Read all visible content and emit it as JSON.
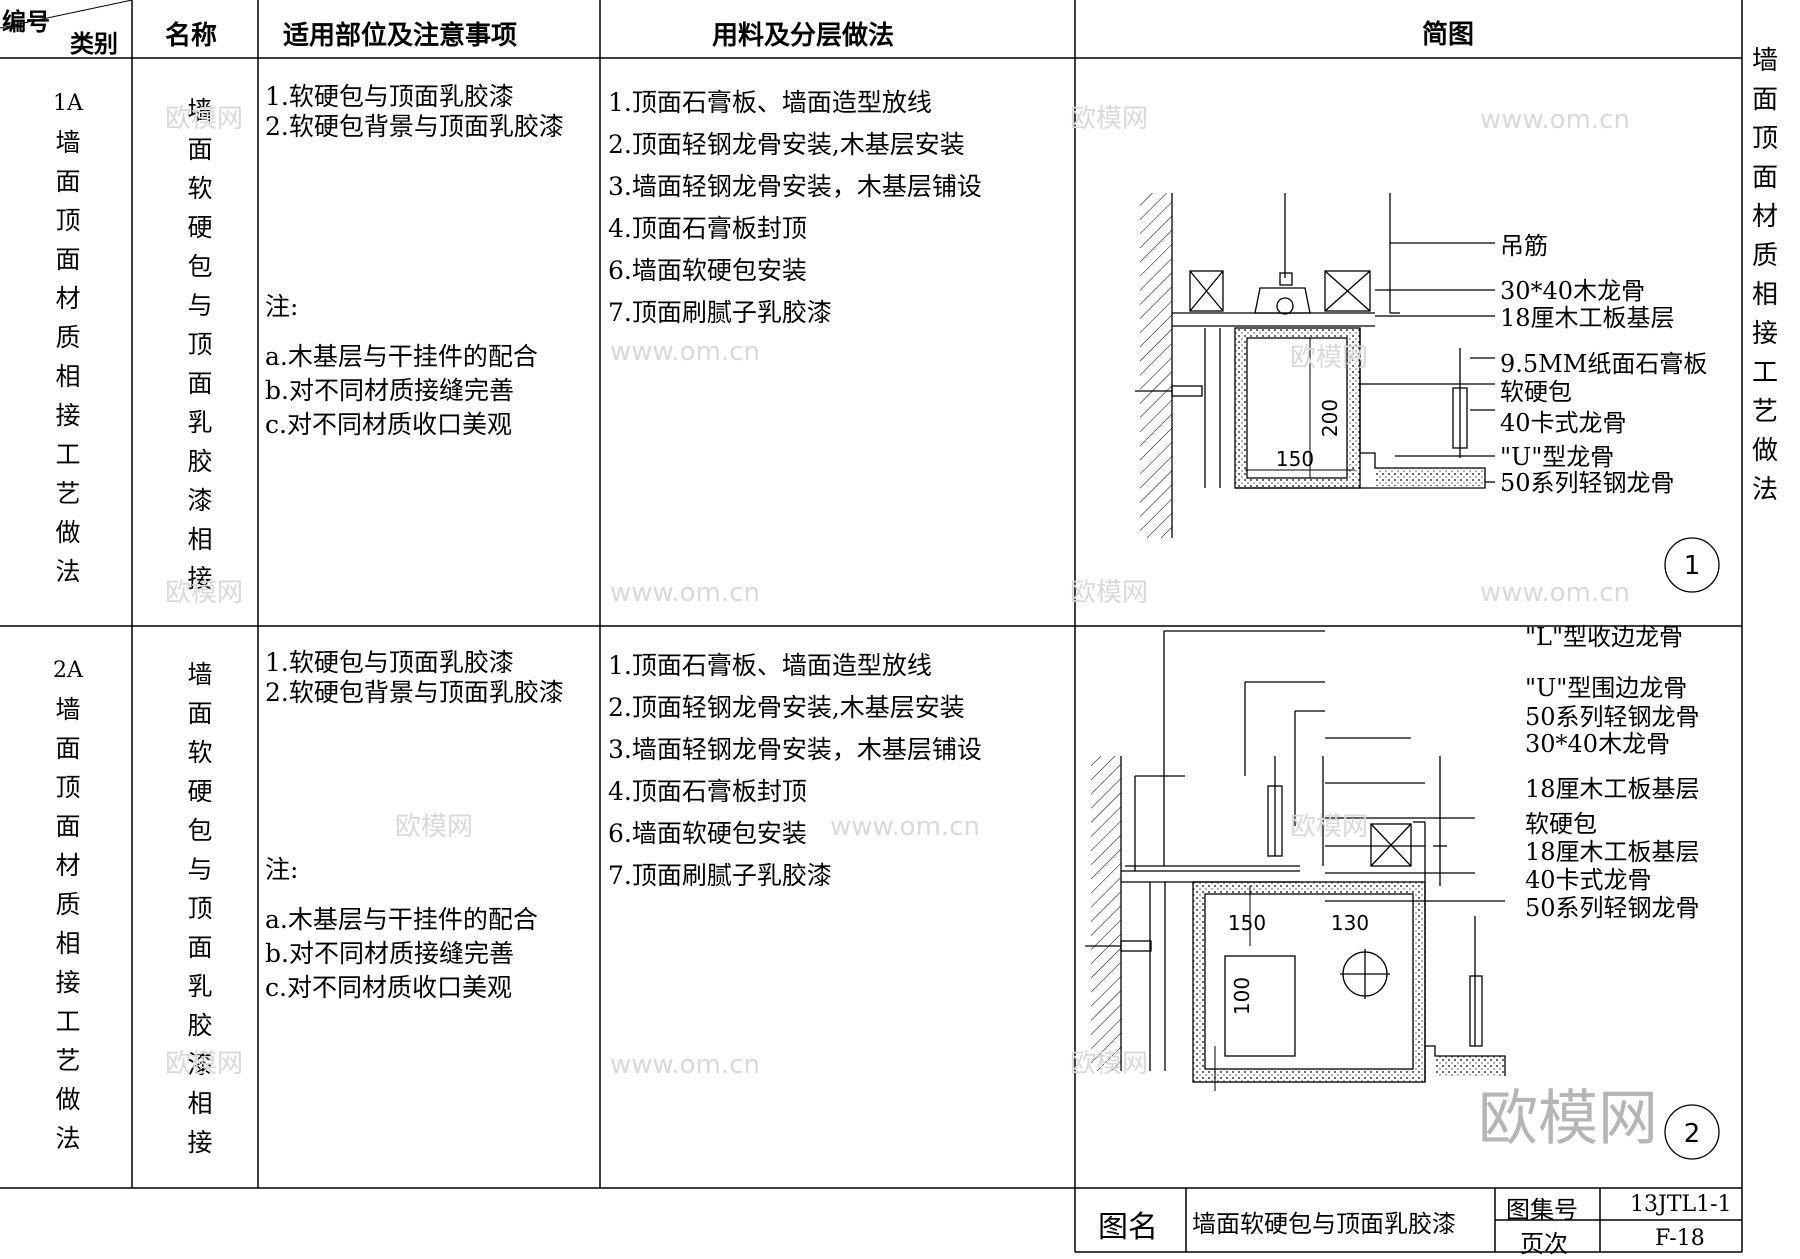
{
  "header": {
    "code": "编号",
    "category": "类别",
    "name": "名称",
    "notes": "适用部位及注意事项",
    "method": "用料及分层做法",
    "sketch": "简图"
  },
  "side_title": [
    "墙",
    "面",
    "顶",
    "面",
    "材",
    "质",
    "相",
    "接",
    "工",
    "艺",
    "做",
    "法"
  ],
  "rows": [
    {
      "code": [
        "1A",
        "墙",
        "面",
        "顶",
        "面",
        "材",
        "质",
        "相",
        "接",
        "工",
        "艺",
        "做",
        "法"
      ],
      "name": [
        "墙",
        "面",
        "软",
        "硬",
        "包",
        "与",
        "顶",
        "面",
        "乳",
        "胶",
        "漆",
        "相",
        "接"
      ],
      "notes": [
        "1.软硬包与顶面乳胶漆",
        "2.软硬包背景与顶面乳胶漆"
      ],
      "note_label": "注:",
      "note_items": [
        "a.木基层与干挂件的配合",
        "b.对不同材质接缝完善",
        "c.对不同材质收口美观"
      ],
      "steps": [
        "1.顶面石膏板、墙面造型放线",
        "2.顶面轻钢龙骨安装,木基层安装",
        "3.墙面轻钢龙骨安装，木基层铺设",
        "4.顶面石膏板封顶",
        "6.墙面软硬包安装",
        "7.顶面刷腻子乳胶漆"
      ],
      "labels": [
        "吊筋",
        "30*40木龙骨",
        "18厘木工板基层",
        "9.5MM纸面石膏板",
        "软硬包",
        "40卡式龙骨",
        "\"U\"型龙骨",
        "50系列轻钢龙骨"
      ],
      "dims": [
        "200",
        "150"
      ],
      "marker": "1"
    },
    {
      "code": [
        "2A",
        "墙",
        "面",
        "顶",
        "面",
        "材",
        "质",
        "相",
        "接",
        "工",
        "艺",
        "做",
        "法"
      ],
      "name": [
        "墙",
        "面",
        "软",
        "硬",
        "包",
        "与",
        "顶",
        "面",
        "乳",
        "胶",
        "漆",
        "相",
        "接"
      ],
      "notes": [
        "1.软硬包与顶面乳胶漆",
        "2.软硬包背景与顶面乳胶漆"
      ],
      "note_label": "注:",
      "note_items": [
        "a.木基层与干挂件的配合",
        "b.对不同材质接缝完善",
        "c.对不同材质收口美观"
      ],
      "steps": [
        "1.顶面石膏板、墙面造型放线",
        "2.顶面轻钢龙骨安装,木基层安装",
        "3.墙面轻钢龙骨安装，木基层铺设",
        "4.顶面石膏板封顶",
        "6.墙面软硬包安装",
        "7.顶面刷腻子乳胶漆"
      ],
      "labels": [
        "\"L\"型收边龙骨",
        "\"U\"型围边龙骨",
        "50系列轻钢龙骨",
        "30*40木龙骨",
        "18厘木工板基层",
        "软硬包",
        "18厘木工板基层",
        "40卡式龙骨",
        "50系列轻钢龙骨"
      ],
      "dims": [
        "150",
        "130",
        "100"
      ],
      "marker": "2"
    }
  ],
  "footer": {
    "title_label": "图名",
    "title": "墙面软硬包与顶面乳胶漆",
    "atlas_label": "图集号",
    "atlas": "13JTL1-1",
    "page_label": "页次",
    "page": "F-18"
  },
  "watermarks": {
    "brand": "欧模网",
    "url": "www.om.cn",
    "big": "欧模网"
  }
}
